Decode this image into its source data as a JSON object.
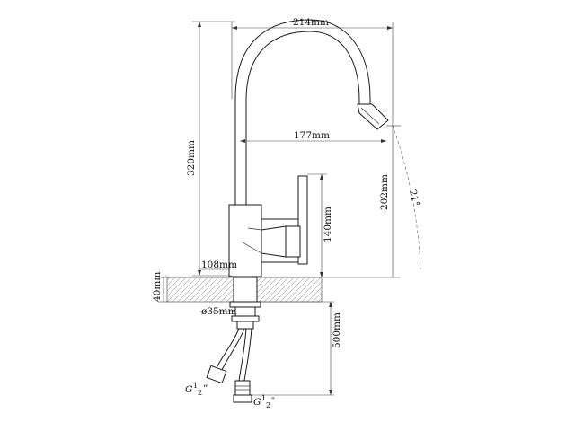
{
  "dimensions": {
    "width_top": "214mm",
    "reach": "177mm",
    "height_total": "320mm",
    "spout_height": "202mm",
    "handle_height": "140mm",
    "body_width": "108mm",
    "mount_thickness": "40mm",
    "mount_diameter": "ø35mm",
    "hose_length": "500mm",
    "swivel_angle": "21°"
  },
  "connectors": {
    "left": "G",
    "right": "G",
    "frac_num": "1",
    "frac_den": "2",
    "left_quote": "”",
    "right_quote": "″"
  }
}
